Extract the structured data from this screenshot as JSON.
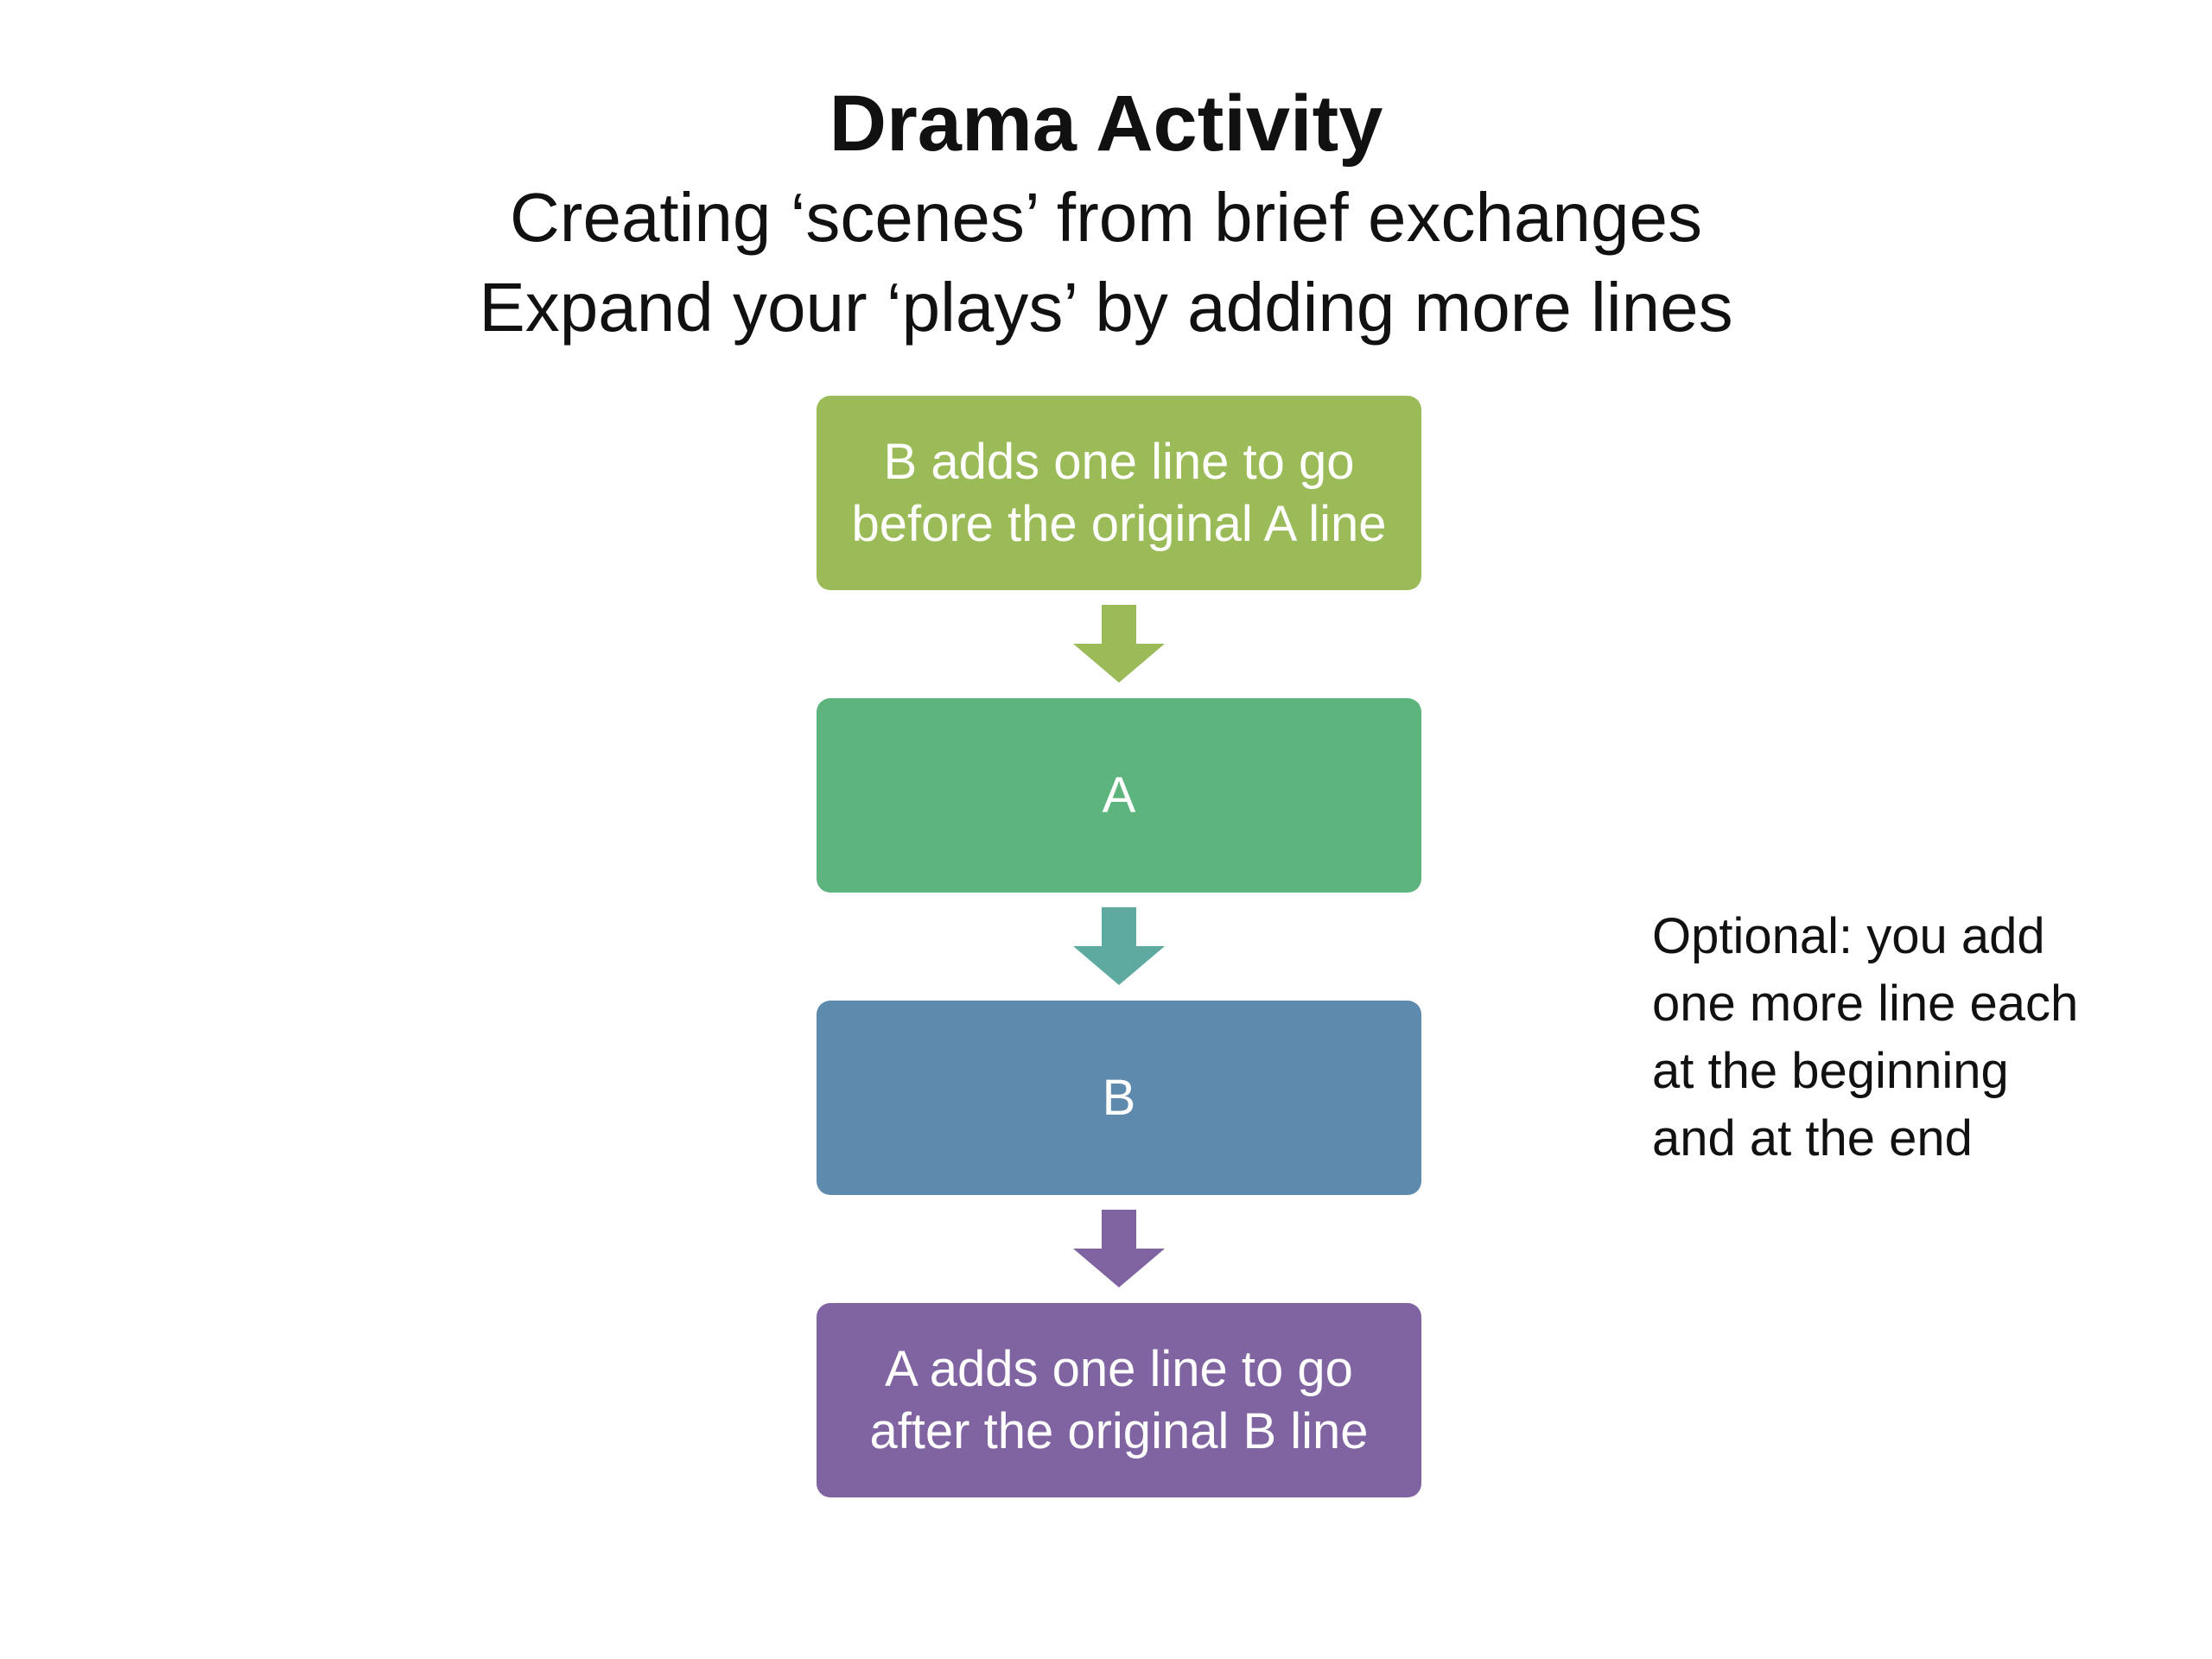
{
  "header": {
    "title": "Drama Activity",
    "subtitle_1": "Creating ‘scenes’ from brief exchanges",
    "subtitle_2": "Expand your ‘plays’ by adding more lines"
  },
  "flow": {
    "steps": [
      {
        "label": "B adds one line to go\nbefore the original A line",
        "color": "#9BBB59"
      },
      {
        "label": "A",
        "color": "#5DB47C"
      },
      {
        "label": "B",
        "color": "#5E8AAD"
      },
      {
        "label": "A adds one line to go\nafter the original B line",
        "color": "#8064A2"
      }
    ],
    "arrows": [
      {
        "icon": "down-arrow-icon",
        "color": "#9BBB59"
      },
      {
        "icon": "down-arrow-icon",
        "color": "#5EAAA0"
      },
      {
        "icon": "down-arrow-icon",
        "color": "#8064A2"
      }
    ]
  },
  "note": {
    "lines": [
      "Optional: you add",
      "one more line each",
      "at the beginning",
      "and at the end"
    ]
  }
}
